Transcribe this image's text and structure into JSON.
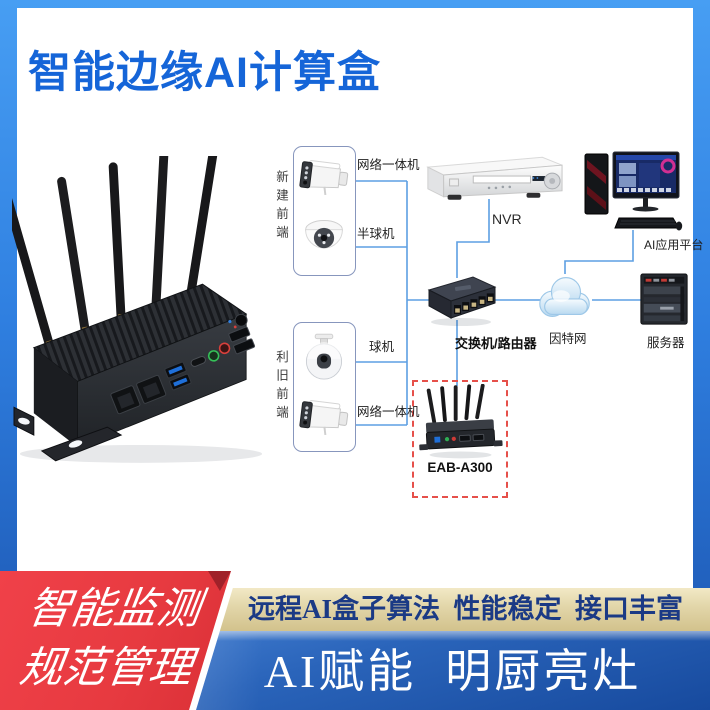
{
  "title": "智能边缘AI计算盒",
  "diagram": {
    "new_group_label": "新建前端",
    "old_group_label": "利旧前端",
    "labels": {
      "cam_net_top": "网络一体机",
      "cam_dome": "半球机",
      "cam_ptz": "球机",
      "cam_net_bottom": "网络一体机",
      "nvr": "NVR",
      "ai_platform": "AI应用平台",
      "switch": "交换机/路由器",
      "internet": "因特网",
      "server": "服务器",
      "edge_box": "EAB-A300"
    },
    "line_color": "#5d9fe3",
    "dashed_box_color": "#e6504a"
  },
  "banner": {
    "ribbon_line1": "智能监测",
    "ribbon_line2": "规范管理",
    "ribbon_color": "#e8383f",
    "strip_text": "远程AI盒子算法  性能稳定  接口丰富",
    "strip_bg": "#dfd3a6",
    "strip_text_color": "#1b3a85",
    "slogan": "AI赋能  明厨亮灶",
    "slogan_bg": "#2a64ba",
    "slogan_text_color": "#ffffff"
  },
  "frame": {
    "border_top_color": "#479ef3",
    "border_bottom_color": "#1b53ae",
    "title_color": "#1565d8"
  }
}
